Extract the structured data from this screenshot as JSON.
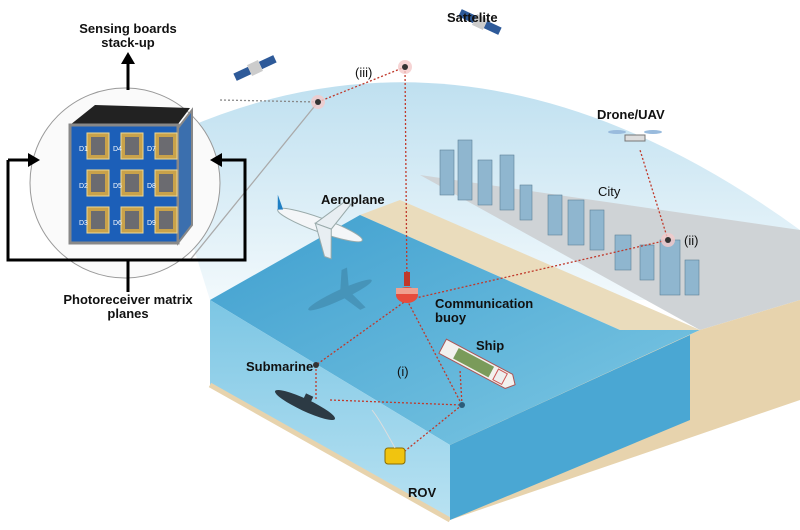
{
  "labels": {
    "satellite": "Sattelite",
    "sensing_boards": [
      "Sensing boards",
      "stack-up"
    ],
    "link_iii": "(iii)",
    "drone": "Drone/UAV",
    "city": "City",
    "aeroplane": "Aeroplane",
    "link_ii": "(ii)",
    "buoy": [
      "Communication",
      "buoy"
    ],
    "ship": "Ship",
    "submarine": "Submarine",
    "link_i": "(i)",
    "rov": "ROV",
    "photoreceiver": [
      "Photoreceiver matrix",
      "planes"
    ]
  },
  "sensor_cube": {
    "photodiodes": [
      "D1",
      "D4",
      "D7",
      "D2",
      "D5",
      "D8",
      "D3",
      "D6",
      "D9"
    ]
  },
  "colors": {
    "link": "#c0392b",
    "water": "#5fb3d6",
    "sky": "#d6ecf6",
    "sand": "#e7d3ad",
    "board": "#1c5fb8"
  }
}
